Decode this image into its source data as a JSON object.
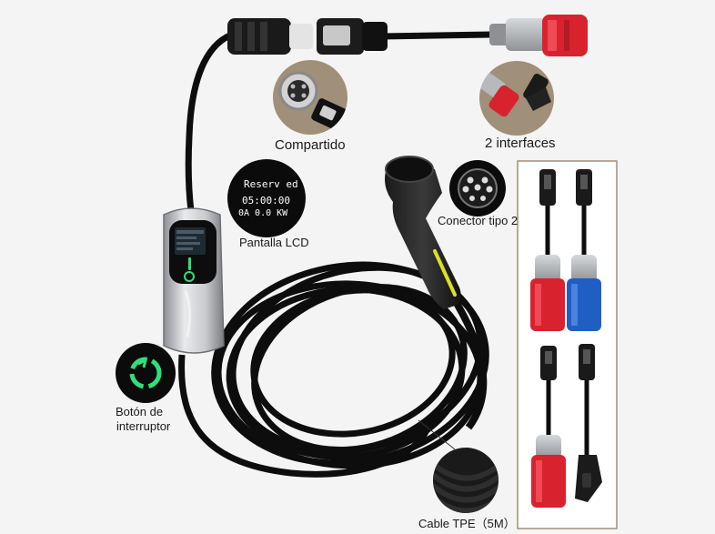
{
  "labels": {
    "shared": "Compartido",
    "interfaces": "2 interfaces",
    "connector": "Conector tipo 2",
    "lcd": "Pantalla LCD",
    "switch_line1": "Botón de",
    "switch_line2": "interruptor",
    "cable": "Cable TPE（5M）"
  },
  "lcd_display": {
    "line1": "Reserv ed",
    "line2": "05:00:00",
    "line3": "0A  0.0  KW"
  },
  "colors": {
    "background": "#f4f4f4",
    "circle_bg": "#a08f79",
    "cable": "#0c0c0c",
    "plug_red": "#d8232f",
    "plug_blue": "#1f5fc4",
    "plug_grey": "#b7b9bc",
    "led_green": "#2ee07a",
    "connector_yellow": "#d9e02a",
    "panel_border": "#a08f79"
  }
}
